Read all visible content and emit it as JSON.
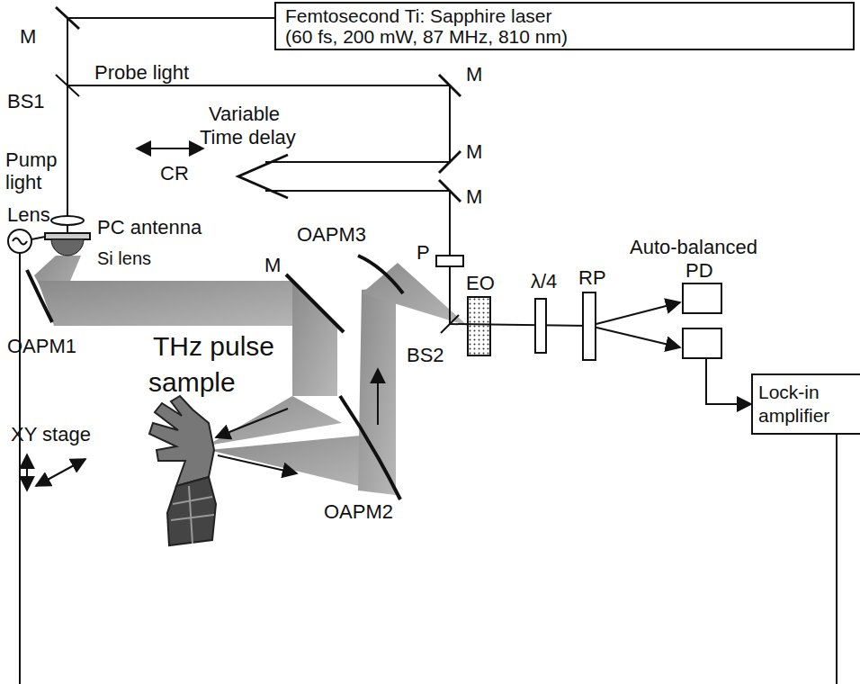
{
  "diagram": {
    "nodes": [
      {
        "text": [
          "Femtosecond Ti: Sapphire laser",
          "(60 fs, 200 mW, 87 MHz, 810 nm)"
        ]
      },
      {
        "text": [
          "Auto-balanced",
          "PD"
        ]
      },
      {
        "text": [
          "Lock-in amplifier"
        ]
      }
    ],
    "edges": [
      {
        "from": 1,
        "to": 2,
        "arrow": "to"
      }
    ],
    "labels": [
      "M",
      "BS1",
      "Probe light",
      "Pump light",
      "Variable",
      "Time delay",
      "CR",
      "M",
      "M",
      "M",
      "Lens",
      "PC antenna",
      "Si lens",
      "P",
      "EO",
      "λ/4",
      "RP",
      "OAPM3",
      "BS2",
      "M",
      "OAPM1",
      "THz pulse",
      "sample",
      "XY stage",
      "OAPM2"
    ]
  }
}
